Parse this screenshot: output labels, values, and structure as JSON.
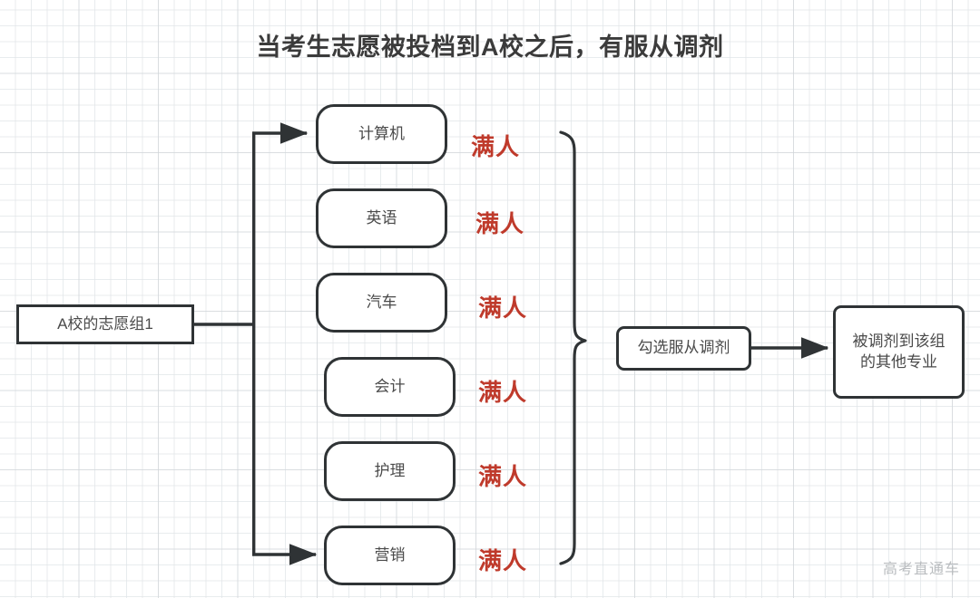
{
  "diagram": {
    "title": "当考生志愿被投档到A校之后，有服从调剂",
    "watermark": "高考直通车",
    "colors": {
      "stroke": "#2f3335",
      "text": "#4a4a4a",
      "status_red": "#bf3a2b",
      "grid": "#cdd2d6",
      "background": "#ffffff"
    },
    "source_node": {
      "label": "A校的志愿组1",
      "shape": "rectangle"
    },
    "majors": [
      {
        "label": "计算机",
        "status": "满人"
      },
      {
        "label": "英语",
        "status": "满人"
      },
      {
        "label": "汽车",
        "status": "满人"
      },
      {
        "label": "会计",
        "status": "满人"
      },
      {
        "label": "护理",
        "status": "满人"
      },
      {
        "label": "营销",
        "status": "满人"
      }
    ],
    "brace_note": "right-curly-brace grouping all six majors",
    "decision_node": {
      "label": "勾选服从调剂",
      "shape": "rounded-rectangle"
    },
    "outcome_node": {
      "line1": "被调剂到该组",
      "line2": "的其他专业",
      "shape": "rounded-rectangle"
    }
  }
}
